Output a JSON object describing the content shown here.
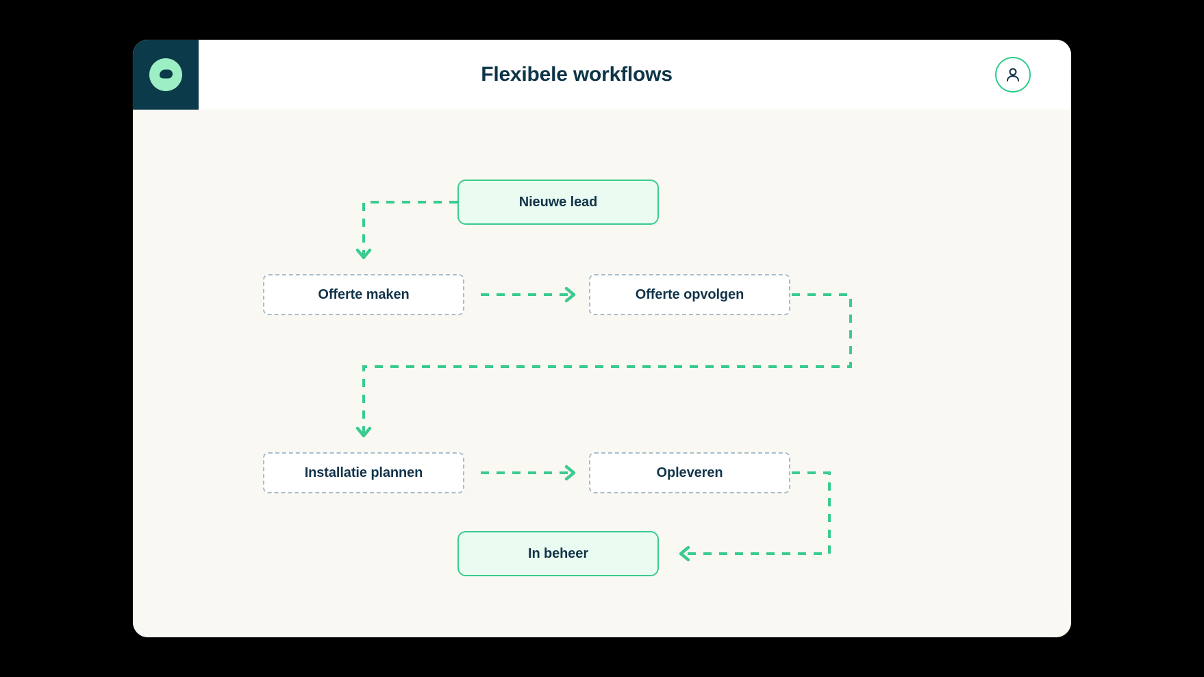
{
  "window": {
    "header": {
      "title": "Flexibele workflows",
      "logo_icon": "brand-circle-logo",
      "avatar_icon": "user-avatar-icon"
    }
  },
  "colors": {
    "brand_dark": "#0B3A4A",
    "accent_green": "#3ACB8E",
    "node_fill_green": "#EAFBF1",
    "node_border_dashed": "#A9BDC8",
    "text_navy": "#12344A",
    "canvas_bg": "#FAF8F3"
  },
  "workflow": {
    "nodes": [
      {
        "id": "nieuwe-lead",
        "label": "Nieuwe lead",
        "style": "solid"
      },
      {
        "id": "offerte-maken",
        "label": "Offerte maken",
        "style": "dashed"
      },
      {
        "id": "offerte-opvolgen",
        "label": "Offerte opvolgen",
        "style": "dashed"
      },
      {
        "id": "installatie",
        "label": "Installatie plannen",
        "style": "dashed"
      },
      {
        "id": "opleveren",
        "label": "Opleveren",
        "style": "dashed"
      },
      {
        "id": "in-beheer",
        "label": "In beheer",
        "style": "solid"
      }
    ],
    "edges": [
      {
        "id": "e1",
        "from": "nieuwe-lead",
        "to": "offerte-maken",
        "arrow": "down"
      },
      {
        "id": "e2",
        "from": "offerte-maken",
        "to": "offerte-opvolgen",
        "arrow": "right"
      },
      {
        "id": "e3",
        "from": "offerte-opvolgen",
        "to": "installatie",
        "arrow": "down"
      },
      {
        "id": "e4",
        "from": "installatie",
        "to": "opleveren",
        "arrow": "right"
      },
      {
        "id": "e5",
        "from": "opleveren",
        "to": "in-beheer",
        "arrow": "left"
      }
    ]
  }
}
